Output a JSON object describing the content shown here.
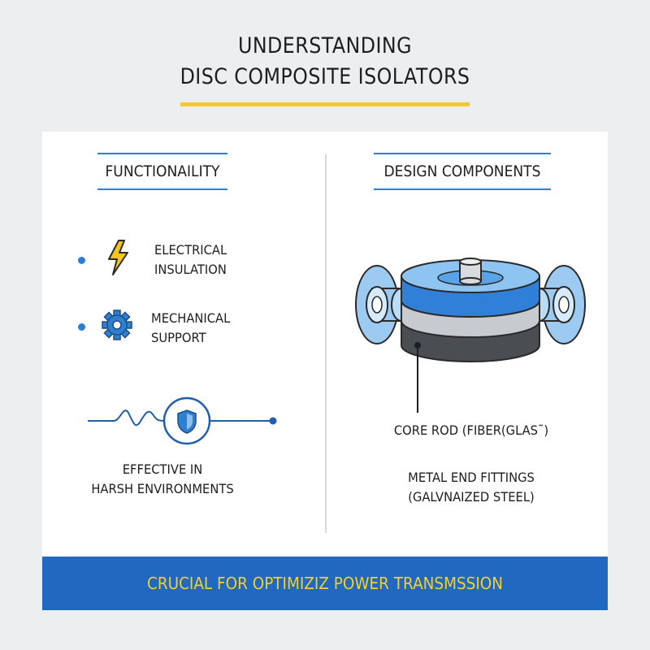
{
  "title": {
    "line1": "UNDERSTANDING",
    "line2": "DISC COMPOSITE ISOLATORS"
  },
  "functionality": {
    "heading": "FUNCTIONAILITY",
    "items": [
      {
        "label": "ELECTRICAL\nINSULATION",
        "icon": "lightning-bolt-icon"
      },
      {
        "label": "MECHANICAL\nSUPPORT",
        "icon": "gear-icon"
      }
    ],
    "harsh_label": "EFFECTIVE IN\nHARSH ENVIRONMENTS",
    "harsh_icon": "shield-icon"
  },
  "design": {
    "heading": "DESIGN COMPONENTS",
    "core_rod": "CORE ROD (FIBER(GLAS˜)",
    "end_fittings": "METAL END FITTINGS\n(GALVNAIZED STEEL)"
  },
  "footer": {
    "text": "CRUCIAL FOR OPTIMIZIZ POWER TRANSMSSION"
  },
  "colors": {
    "accent_blue": "#2f7fd0",
    "footer_blue": "#2068c0",
    "accent_yellow": "#f2c82e"
  }
}
